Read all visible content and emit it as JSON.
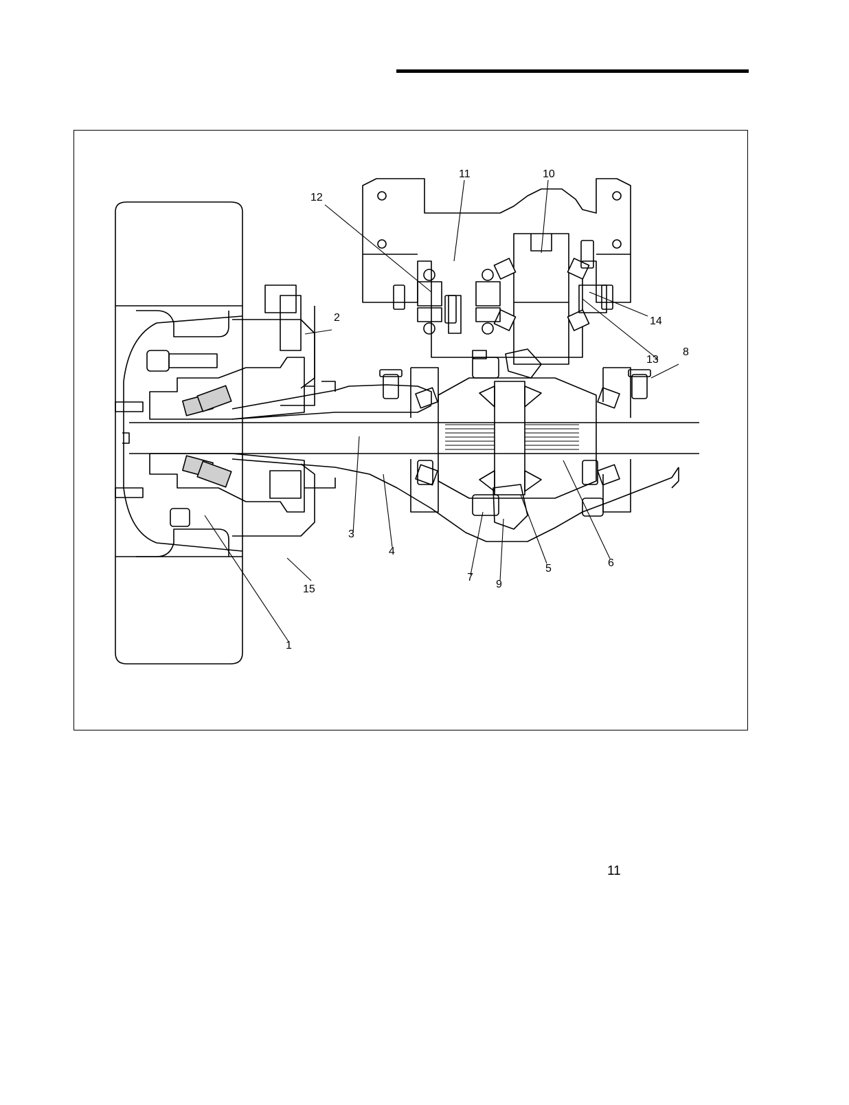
{
  "page": {
    "number": "11"
  },
  "figure": {
    "callouts": [
      "1",
      "2",
      "3",
      "4",
      "5",
      "6",
      "7",
      "8",
      "9",
      "10",
      "11",
      "12",
      "13",
      "14",
      "15"
    ]
  },
  "colors": {
    "ink": "#000000",
    "paper": "#ffffff"
  }
}
